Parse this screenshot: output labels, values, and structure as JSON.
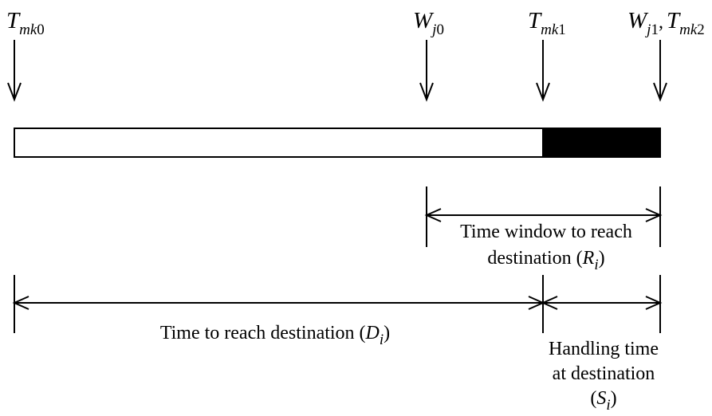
{
  "markers": [
    {
      "id": "tmk0",
      "main": "T",
      "sub": "mk",
      "sub_num": "0"
    },
    {
      "id": "wj0",
      "main": "W",
      "sub": "j",
      "sub_num": "0"
    },
    {
      "id": "tmk1",
      "main": "T",
      "sub": "mk",
      "sub_num": "1"
    },
    {
      "id": "wj1",
      "main": "W",
      "sub": "j",
      "sub_num": "1",
      "sep": ","
    },
    {
      "id": "tmk2",
      "main": "T",
      "sub": "mk",
      "sub_num": "2"
    }
  ],
  "bar": {
    "empty_color": "#ffffff",
    "filled_color": "#000000"
  },
  "spans": {
    "window": {
      "line1": "Time window to reach",
      "line2_text": "destination (",
      "var": "R",
      "var_sub": "i",
      "close": ")"
    },
    "reach": {
      "text": "Time to reach destination (",
      "var": "D",
      "var_sub": "i",
      "close": ")"
    },
    "handling": {
      "line1": "Handling time",
      "line2": "at destination",
      "open": "(",
      "var": "S",
      "var_sub": "i",
      "close": ")"
    }
  }
}
